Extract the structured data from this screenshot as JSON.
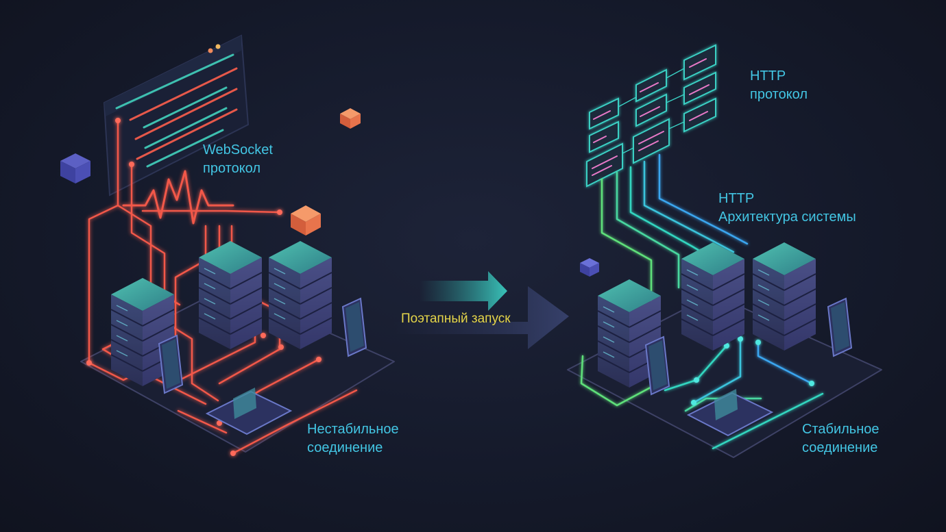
{
  "left_scene": {
    "protocol_label": {
      "line1": "WebSocket",
      "line2": "протокол"
    },
    "connection_label": {
      "line1": "Нестабильное",
      "line2": "соединение"
    }
  },
  "transition": {
    "label": "Поэтапный запуск"
  },
  "right_scene": {
    "protocol_label": {
      "line1": "HTTP",
      "line2": "протокол"
    },
    "architecture_label": {
      "line1": "HTTP",
      "line2": "Архитектура системы"
    },
    "connection_label": {
      "line1": "Стабильное",
      "line2": "соединение"
    }
  },
  "colors": {
    "unstable": "#f2584a",
    "stable_teal": "#33d6c0",
    "stable_blue": "#3aa6f0",
    "stable_green": "#5fe07a",
    "label": "#43c6e4",
    "transition_label": "#e6d64a",
    "server_top": "#3fa9a0",
    "server_body": "#3b3f6b"
  }
}
